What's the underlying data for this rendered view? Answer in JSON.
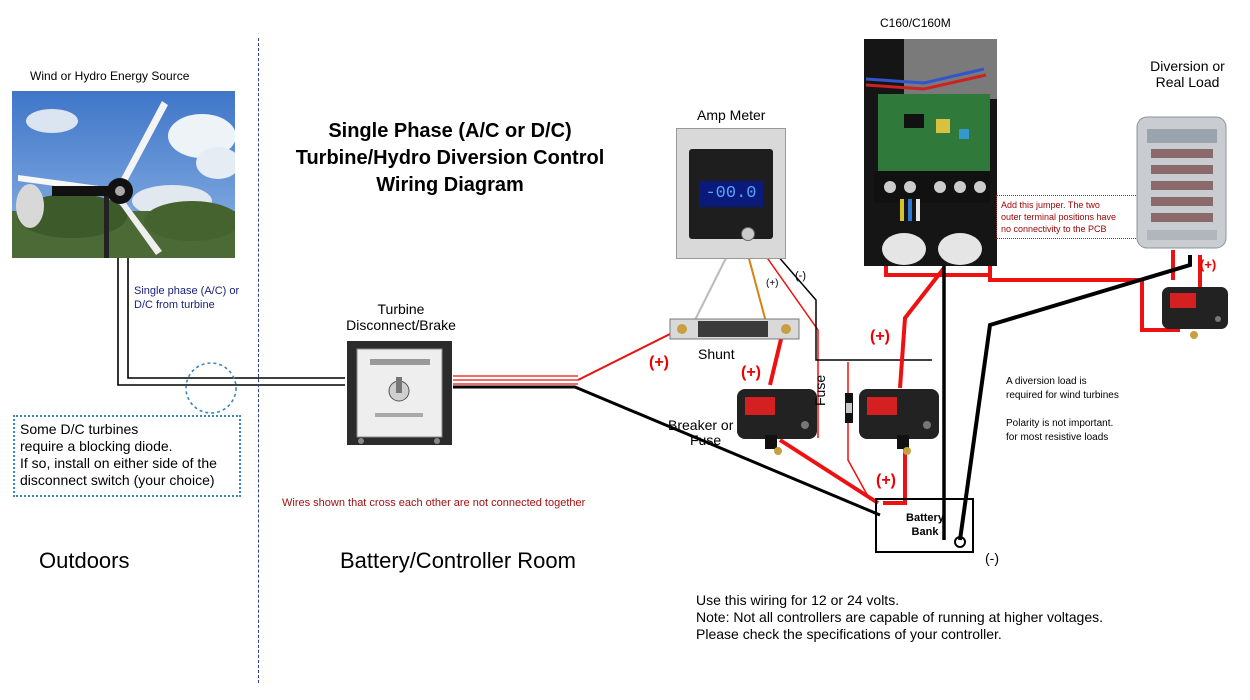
{
  "title": {
    "line1": "Single Phase (A/C or D/C)",
    "line2": "Turbine/Hydro Diversion Control",
    "line3": "Wiring Diagram"
  },
  "labels": {
    "energy_source": "Wind or Hydro Energy Source",
    "single_phase_line1": "Single phase (A/C) or",
    "single_phase_line2": "D/C from turbine",
    "diode_note_line1": "Some D/C turbines",
    "diode_note_line2": "require a blocking diode.",
    "diode_note_line3": "If so, install on either side of the",
    "diode_note_line4": "disconnect switch (your choice)",
    "outdoors": "Outdoors",
    "room": "Battery/Controller Room",
    "disconnect_line1": "Turbine",
    "disconnect_line2": "Disconnect/Brake",
    "cross_note": "Wires shown that cross each other are not connected together",
    "amp_meter": "Amp Meter",
    "meter_reading": "-00.0",
    "shunt": "Shunt",
    "breaker_line1": "Breaker or",
    "breaker_line2": "Fuse",
    "fuse": "Fuse",
    "controller": "C160/C160M",
    "jumper_note_line1": "Add this jumper. The two",
    "jumper_note_line2": "outer terminal positions have",
    "jumper_note_line3": "no connectivity to the PCB",
    "load_line1": "Diversion or",
    "load_line2": "Real Load",
    "diversion_note_line1": "A diversion load is",
    "diversion_note_line2": "required for  wind turbines",
    "polarity_line1": "Polarity is not important.",
    "polarity_line2": "for most resistive loads",
    "battery_line1": "Battery",
    "battery_line2": "Bank",
    "plus": "(+)",
    "minus": "(-)",
    "voltage_line1": "Use this wiring for 12 or 24 volts.",
    "voltage_line2": "Note: Not all controllers are capable of running at higher voltages.",
    "voltage_line3": "Please check the specifications of your controller."
  },
  "colors": {
    "positive_wire": "#ee1111",
    "negative_wire": "#000000",
    "divider": "#2a3f8f",
    "note_text": "#1a237e",
    "warning_text": "#a01010"
  }
}
